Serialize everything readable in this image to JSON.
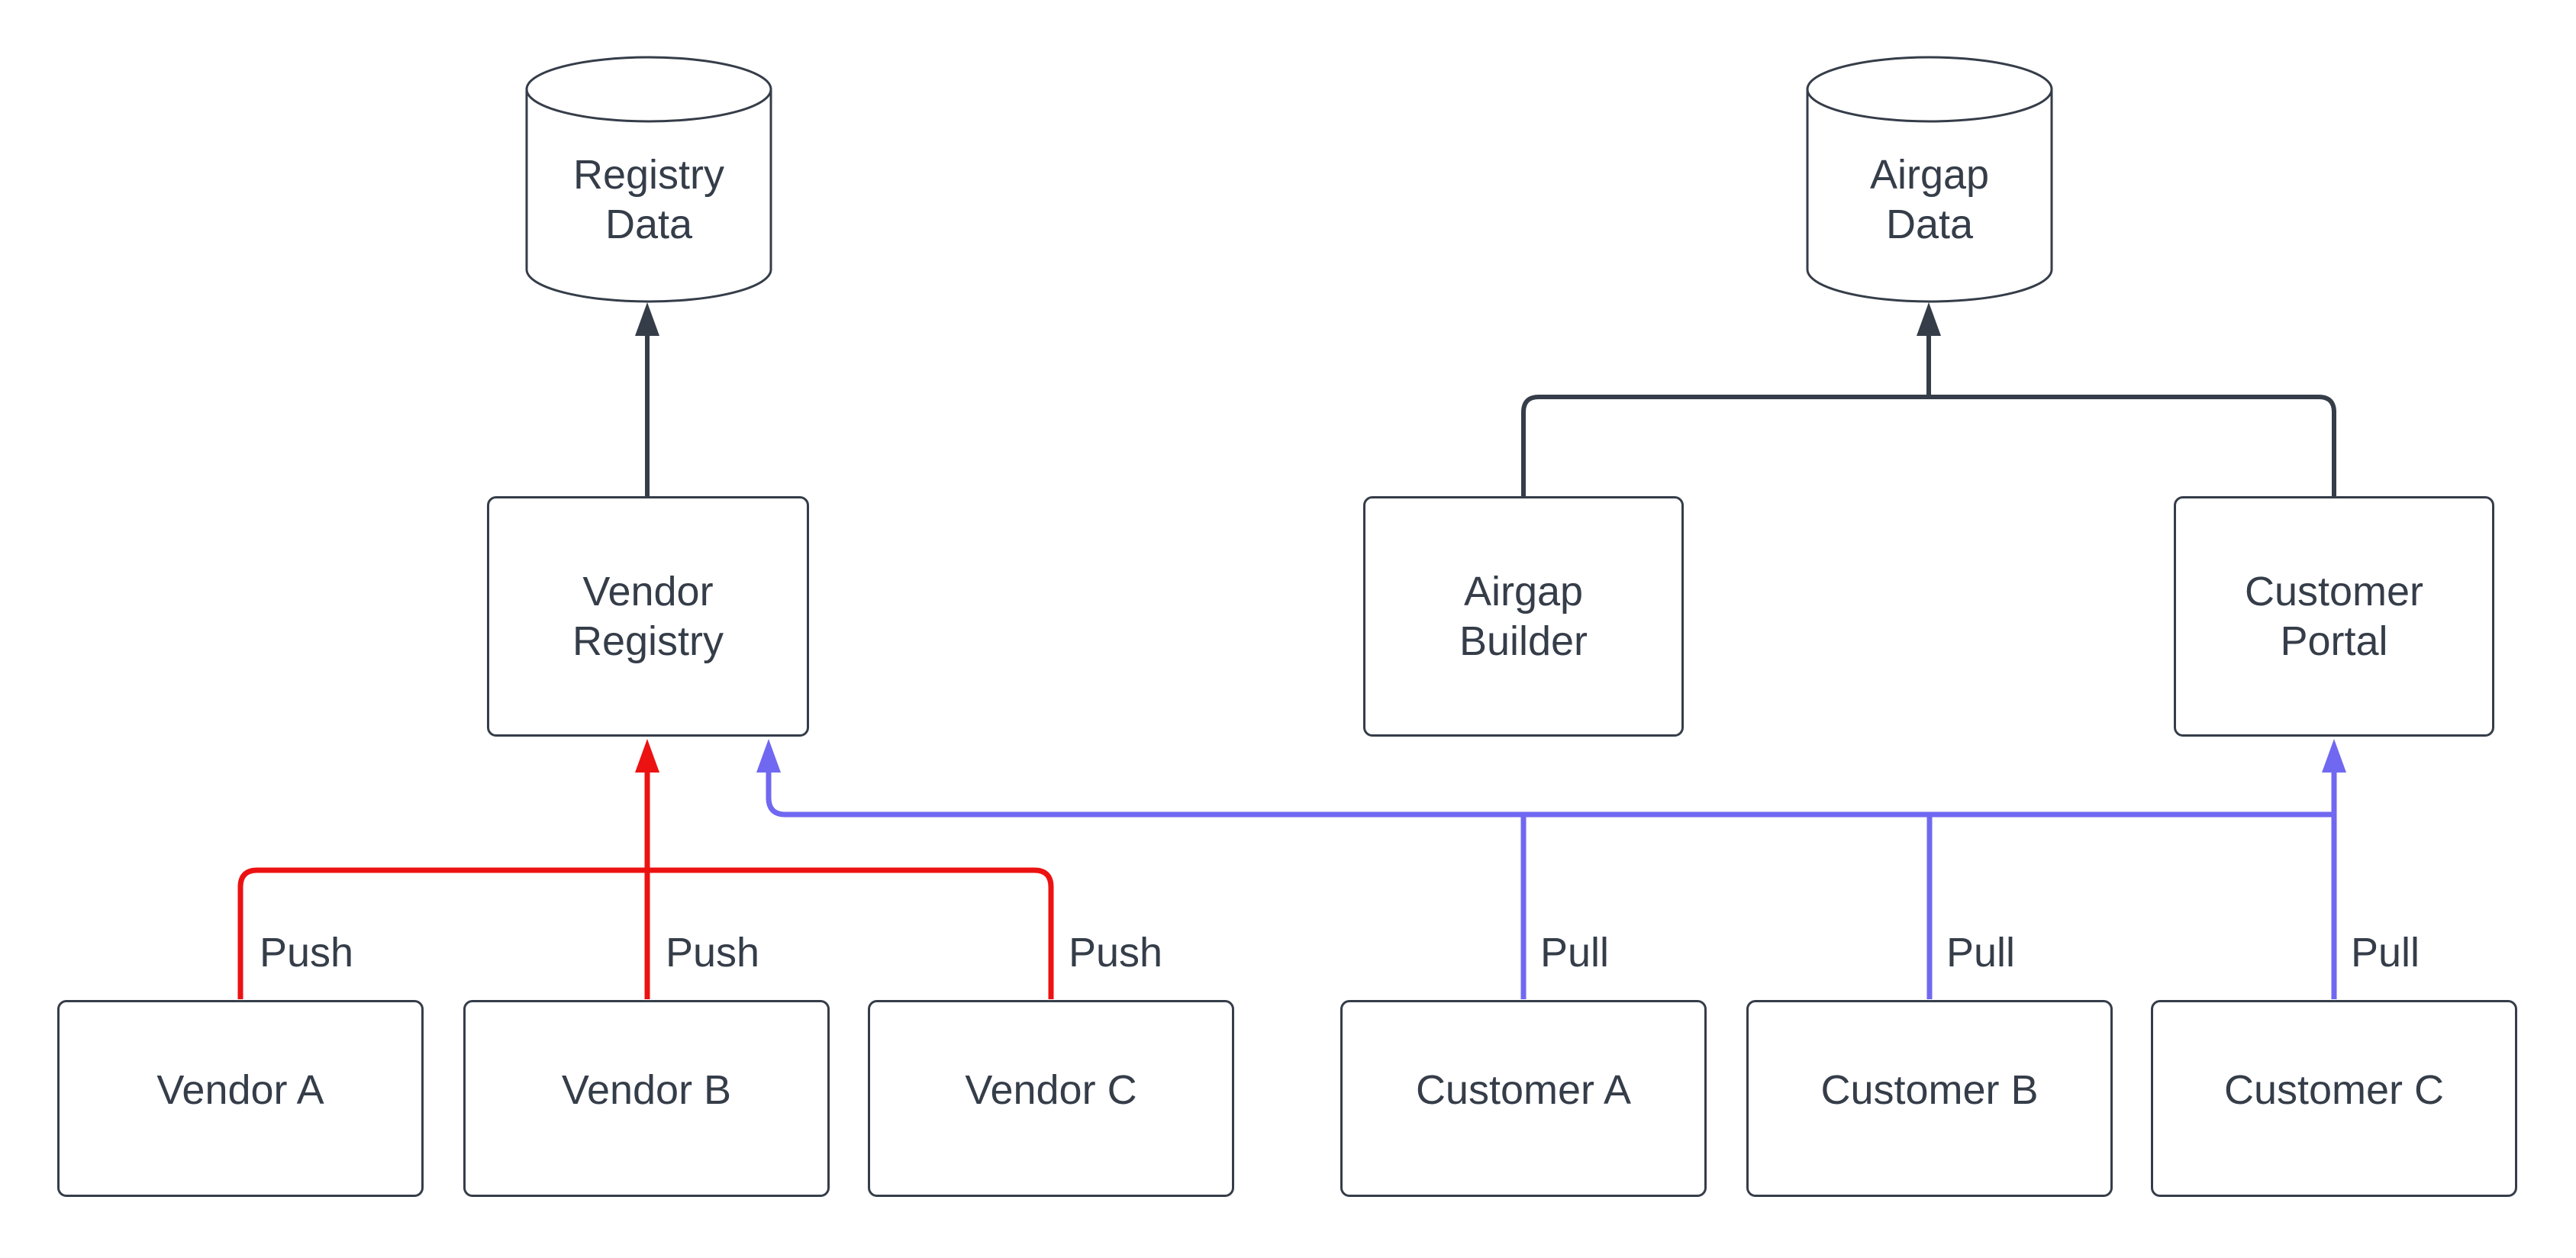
{
  "diagram": {
    "colors": {
      "dark": "#353D49",
      "red": "#EC1212",
      "blue": "#7068F0",
      "surface": "#FFFFFF"
    },
    "cylinders": [
      {
        "id": "registry-data",
        "lines": [
          "Registry",
          "Data"
        ]
      },
      {
        "id": "airgap-data",
        "lines": [
          "Airgap",
          "Data"
        ]
      }
    ],
    "mid_boxes": [
      {
        "id": "vendor-registry",
        "lines": [
          "Vendor",
          "Registry"
        ]
      },
      {
        "id": "airgap-builder",
        "lines": [
          "Airgap",
          "Builder"
        ]
      },
      {
        "id": "customer-portal",
        "lines": [
          "Customer",
          "Portal"
        ]
      }
    ],
    "bottom_boxes": [
      {
        "id": "vendor-a",
        "label": "Vendor A"
      },
      {
        "id": "vendor-b",
        "label": "Vendor B"
      },
      {
        "id": "vendor-c",
        "label": "Vendor C"
      },
      {
        "id": "customer-a",
        "label": "Customer A"
      },
      {
        "id": "customer-b",
        "label": "Customer B"
      },
      {
        "id": "customer-c",
        "label": "Customer C"
      }
    ],
    "edges": [
      {
        "id": "vendor-registry-to-registry-data",
        "from": "vendor-registry",
        "to": [
          "registry-data"
        ],
        "color": "dark",
        "label": ""
      },
      {
        "id": "airgap-builder-to-airgap-data",
        "from": "airgap-builder",
        "to": [
          "airgap-data"
        ],
        "color": "dark",
        "label": ""
      },
      {
        "id": "customer-portal-to-airgap-data",
        "from": "customer-portal",
        "to": [
          "airgap-data"
        ],
        "color": "dark",
        "label": ""
      },
      {
        "id": "vendor-a-push",
        "from": "vendor-a",
        "to": [
          "vendor-registry"
        ],
        "color": "red",
        "label": "Push"
      },
      {
        "id": "vendor-b-push",
        "from": "vendor-b",
        "to": [
          "vendor-registry"
        ],
        "color": "red",
        "label": "Push"
      },
      {
        "id": "vendor-c-push",
        "from": "vendor-c",
        "to": [
          "vendor-registry"
        ],
        "color": "red",
        "label": "Push"
      },
      {
        "id": "customer-a-pull",
        "from": "customer-a",
        "to": [
          "vendor-registry",
          "customer-portal"
        ],
        "color": "blue",
        "label": "Pull"
      },
      {
        "id": "customer-b-pull",
        "from": "customer-b",
        "to": [
          "vendor-registry",
          "customer-portal"
        ],
        "color": "blue",
        "label": "Pull"
      },
      {
        "id": "customer-c-pull",
        "from": "customer-c",
        "to": [
          "vendor-registry",
          "customer-portal"
        ],
        "color": "blue",
        "label": "Pull"
      }
    ]
  }
}
